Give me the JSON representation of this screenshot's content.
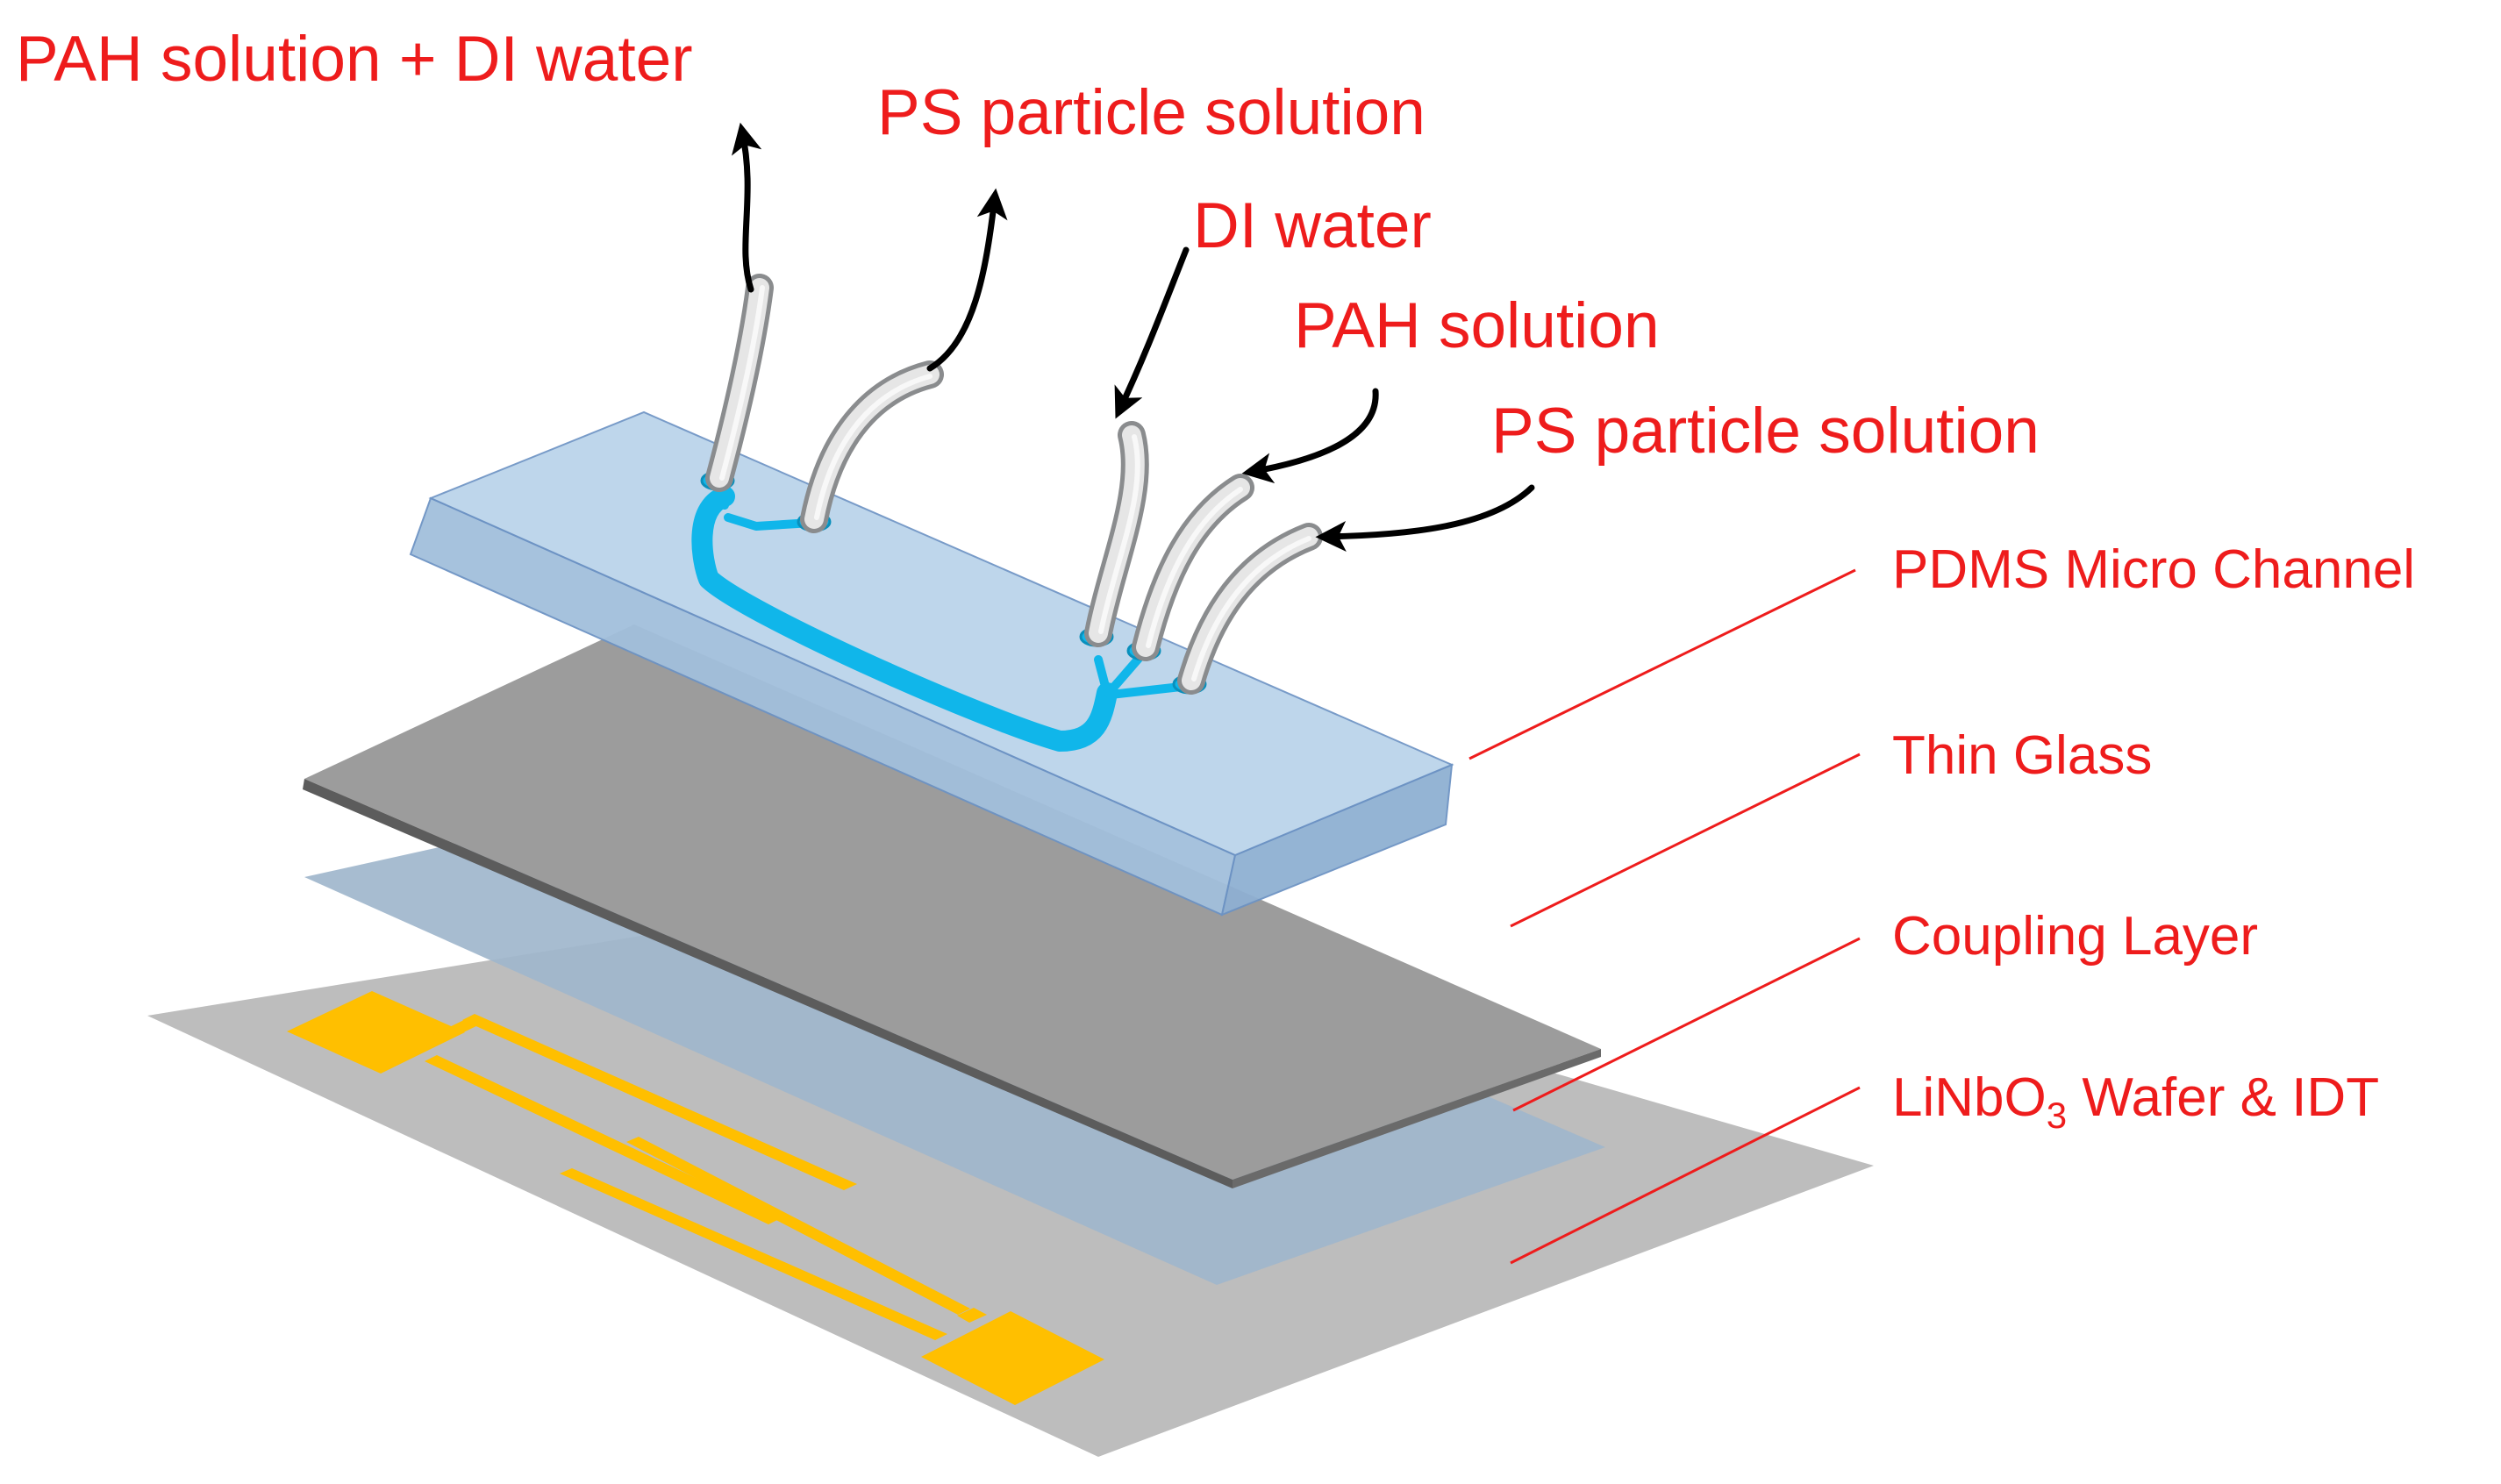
{
  "colors": {
    "label_text": "#ee1c1c",
    "leader_line": "#ee1c1c",
    "arrow": "#000000",
    "pdms_block": "#b9d3ea",
    "pdms_edge": "#6d93c4",
    "microchannel": "#10b6ea",
    "tubing": "#d9dadb",
    "thin_glass": "#9c9c9c",
    "coupling_layer": "#9fb6cc",
    "wafer": "#bdbdbd",
    "idt_electrode": "#ffbf00"
  },
  "flow_labels": {
    "outlet_1": "PAH solution + DI water",
    "outlet_2": "PS particle solution",
    "inlet_1": "DI water",
    "inlet_2": "PAH solution",
    "inlet_3": "PS particle solution"
  },
  "layer_labels": {
    "pdms": "PDMS Micro Channel",
    "glass": "Thin Glass",
    "coupling": "Coupling Layer",
    "wafer_prefix": "LiNbO",
    "wafer_subscript": "3",
    "wafer_suffix": " Wafer & IDT"
  },
  "icons": {
    "arrow": "curved-arrow-icon",
    "tube": "tubing-icon"
  }
}
